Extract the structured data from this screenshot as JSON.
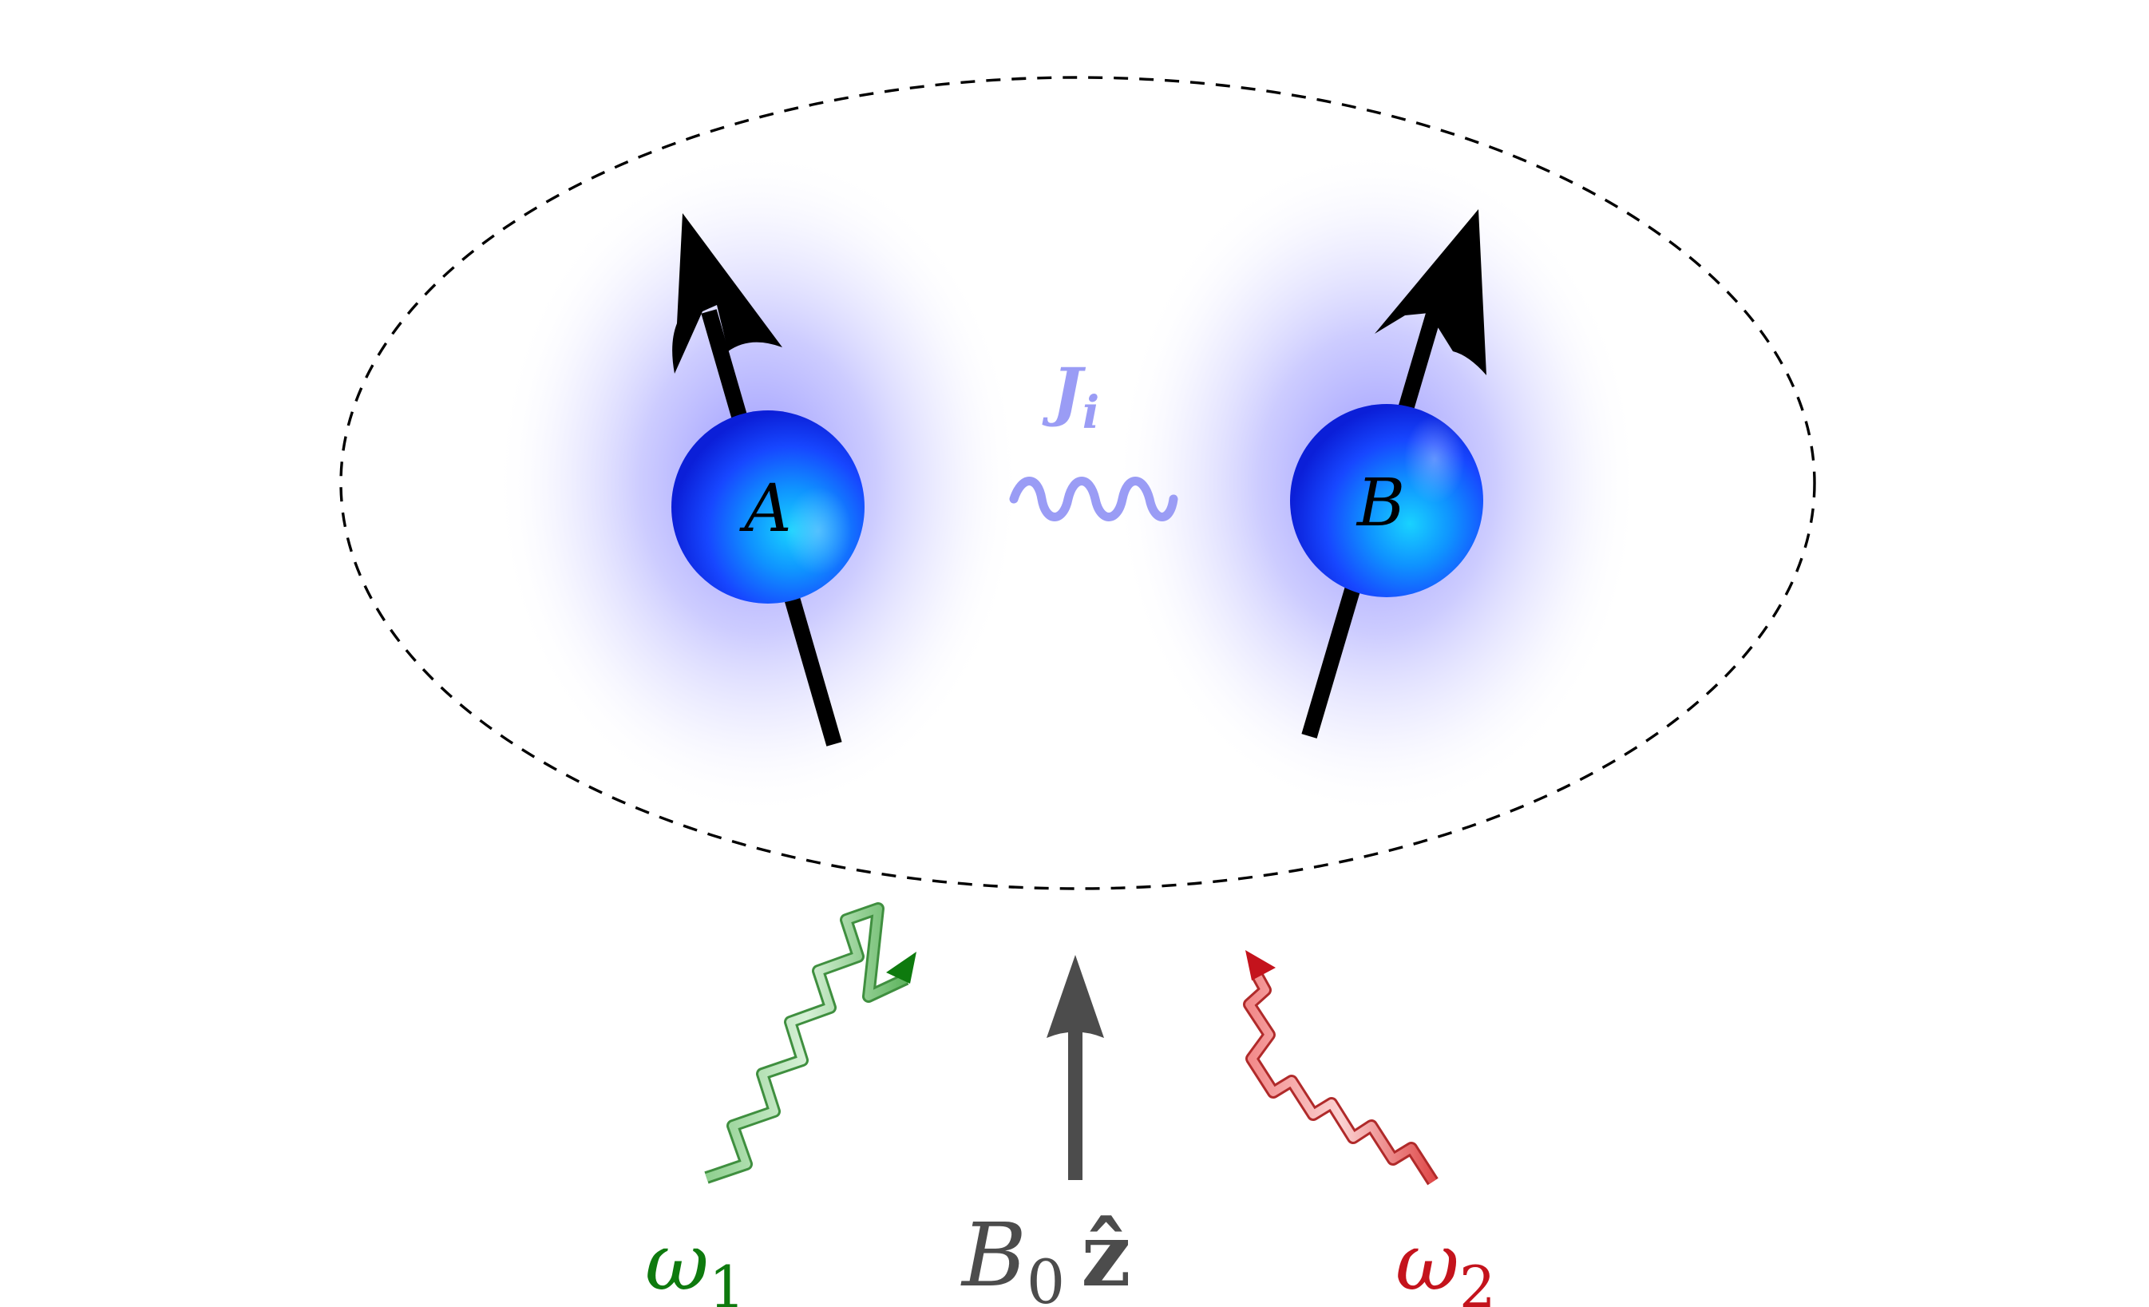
{
  "particles": {
    "a_label": "A",
    "b_label": "B"
  },
  "coupling": {
    "symbol": "J",
    "subscript": "i"
  },
  "field": {
    "symbol": "B",
    "subscript": "0",
    "unit_vector": "ẑ"
  },
  "photons": {
    "left_symbol": "ω",
    "left_subscript": "1",
    "right_symbol": "ω",
    "right_subscript": "2"
  },
  "colors": {
    "particle": "#1a3cff",
    "particle_highlight": "#17c6ff",
    "glow": "#6f6dff",
    "coupling": "#9a9cf5",
    "photon_left": "#0e7a0e",
    "photon_right": "#c4131c",
    "field_arrow": "#4c4c4c",
    "spin_arrow": "#000000",
    "boundary": "#000000"
  }
}
